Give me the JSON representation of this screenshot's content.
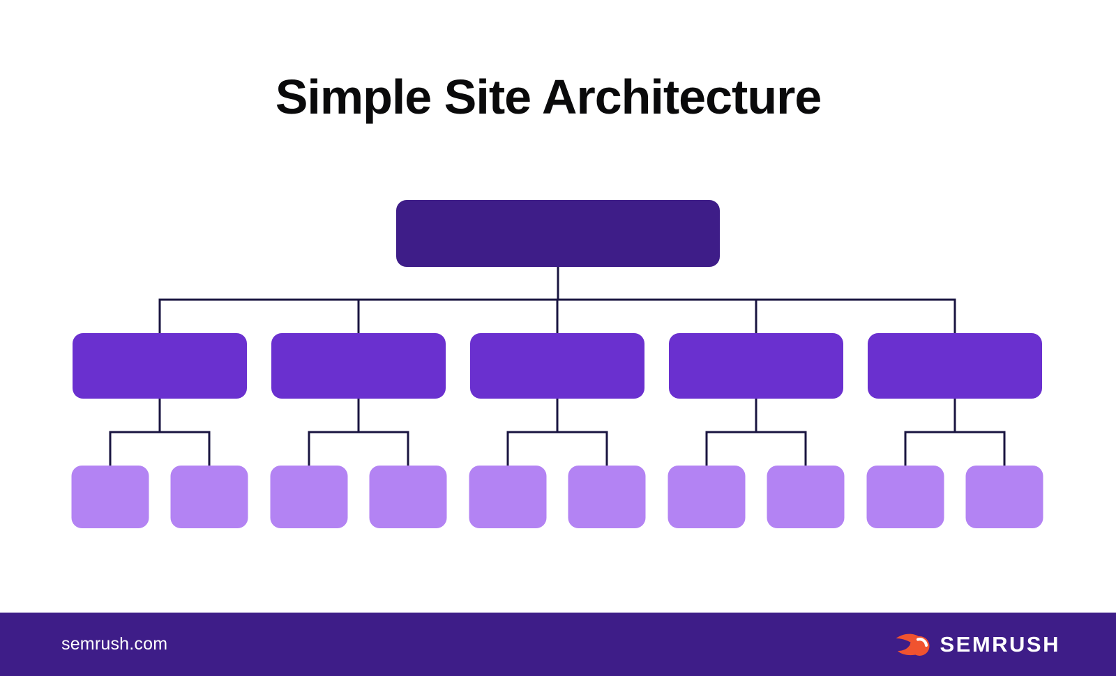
{
  "title": "Simple Site Architecture",
  "footer": {
    "site_label": "semrush.com",
    "brand_name": "SEMRUSH"
  },
  "colors": {
    "background": "#FFFFFF",
    "title_color": "#0A0A0B",
    "level1": "#3E1D88",
    "level2": "#6A30CF",
    "level3": "#B383F3",
    "connector": "#191440",
    "footer_bg": "#3E1D88",
    "footer_text": "#FFFFFF",
    "brand_orange": "#F0532F",
    "brand_text": "#FFFFFF"
  },
  "tree": {
    "id": "homepage",
    "children": [
      {
        "id": "category-1",
        "children": [
          {
            "id": "subpage-1-1"
          },
          {
            "id": "subpage-1-2"
          }
        ]
      },
      {
        "id": "category-2",
        "children": [
          {
            "id": "subpage-2-1"
          },
          {
            "id": "subpage-2-2"
          }
        ]
      },
      {
        "id": "category-3",
        "children": [
          {
            "id": "subpage-3-1"
          },
          {
            "id": "subpage-3-2"
          }
        ]
      },
      {
        "id": "category-4",
        "children": [
          {
            "id": "subpage-4-1"
          },
          {
            "id": "subpage-4-2"
          }
        ]
      },
      {
        "id": "category-5",
        "children": [
          {
            "id": "subpage-5-1"
          },
          {
            "id": "subpage-5-2"
          }
        ]
      }
    ]
  }
}
